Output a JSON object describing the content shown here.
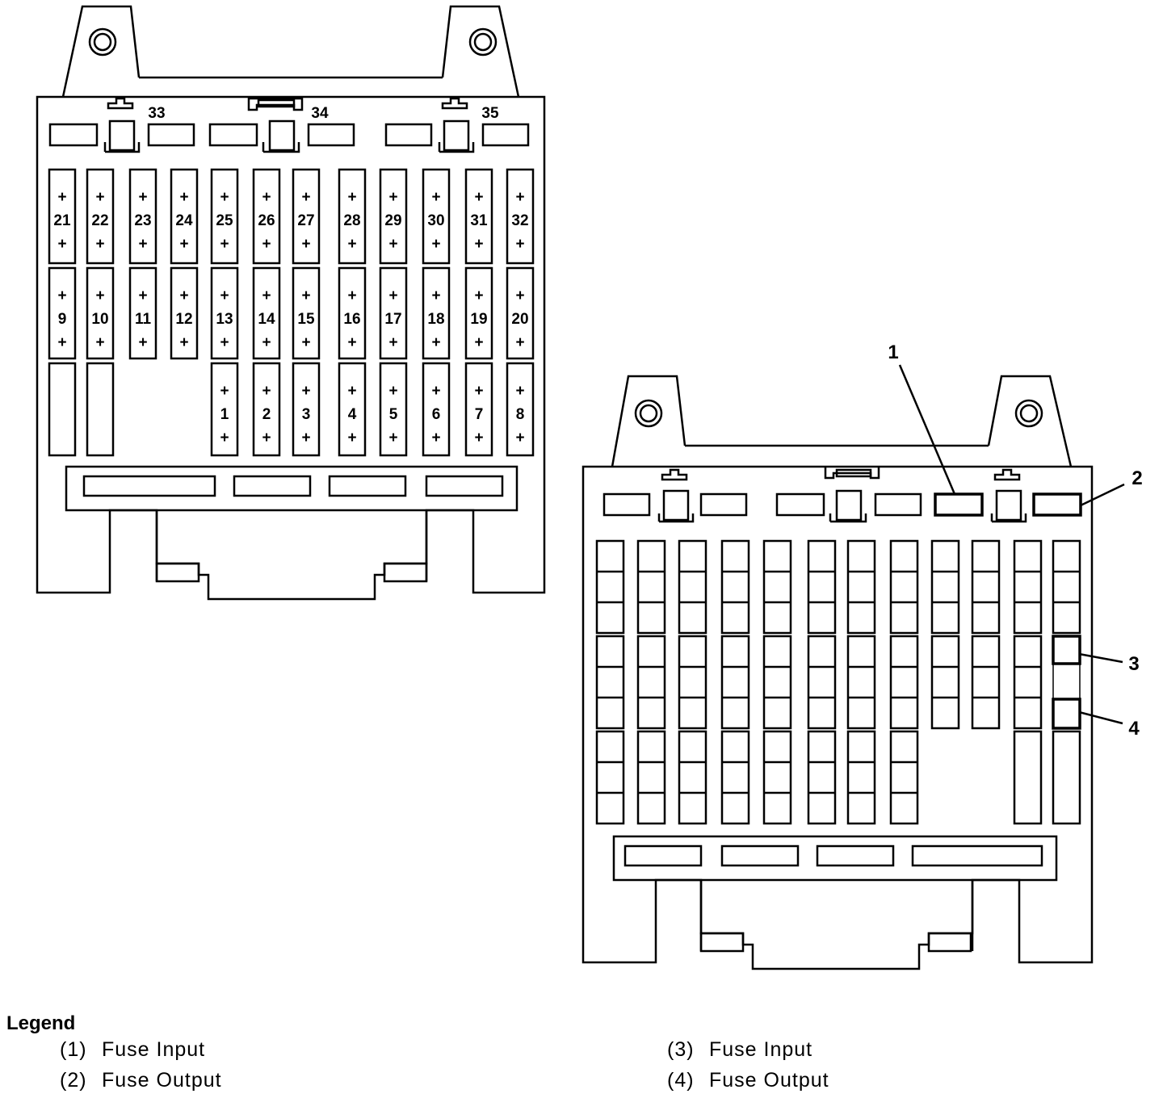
{
  "left_fuse_labels": {
    "row1": [
      "21",
      "22",
      "23",
      "24",
      "25",
      "26",
      "27",
      "28",
      "29",
      "30",
      "31",
      "32"
    ],
    "row2": [
      "9",
      "10",
      "11",
      "12",
      "13",
      "14",
      "15",
      "16",
      "17",
      "18",
      "19",
      "20"
    ],
    "row3": [
      "1",
      "2",
      "3",
      "4",
      "5",
      "6",
      "7",
      "8"
    ],
    "top": [
      "33",
      "34",
      "35"
    ],
    "plus_sign": "+"
  },
  "callouts": [
    "1",
    "2",
    "3",
    "4"
  ],
  "legend": {
    "title": "Legend",
    "items": [
      {
        "num": "(1)",
        "label": "Fuse Input"
      },
      {
        "num": "(2)",
        "label": "Fuse Output"
      },
      {
        "num": "(3)",
        "label": "Fuse Input"
      },
      {
        "num": "(4)",
        "label": "Fuse Output"
      }
    ]
  }
}
